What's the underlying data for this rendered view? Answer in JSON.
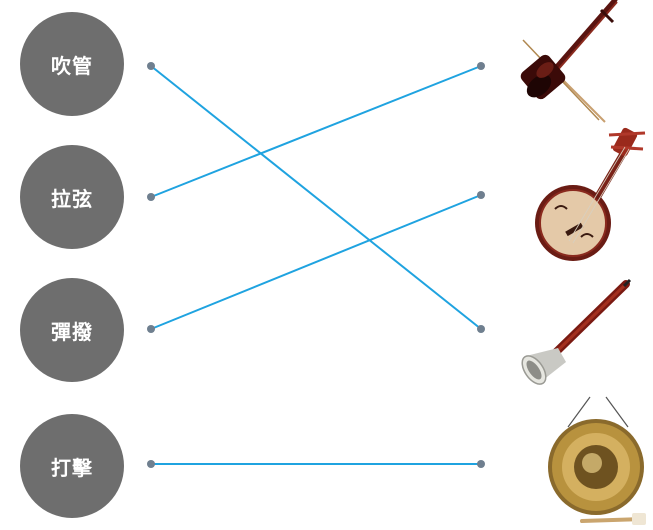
{
  "categories": [
    {
      "id": "wind",
      "label": "吹管"
    },
    {
      "id": "bowed",
      "label": "拉弦"
    },
    {
      "id": "plucked",
      "label": "彈撥"
    },
    {
      "id": "percussion",
      "label": "打擊"
    }
  ],
  "instruments": [
    {
      "id": "erhu-icon"
    },
    {
      "id": "ruan-icon"
    },
    {
      "id": "suona-icon"
    },
    {
      "id": "gong-icon"
    }
  ],
  "connections": [
    {
      "from": "吹管",
      "to_instrument_index": 3
    },
    {
      "from": "拉弦",
      "to_instrument_index": 1
    },
    {
      "from": "彈撥",
      "to_instrument_index": 2
    },
    {
      "from": "打擊",
      "to_instrument_index": 4
    }
  ],
  "colors": {
    "circle_fill": "#6e6e6e",
    "line": "#1fa3e0",
    "dot": "#6f7f8f"
  }
}
